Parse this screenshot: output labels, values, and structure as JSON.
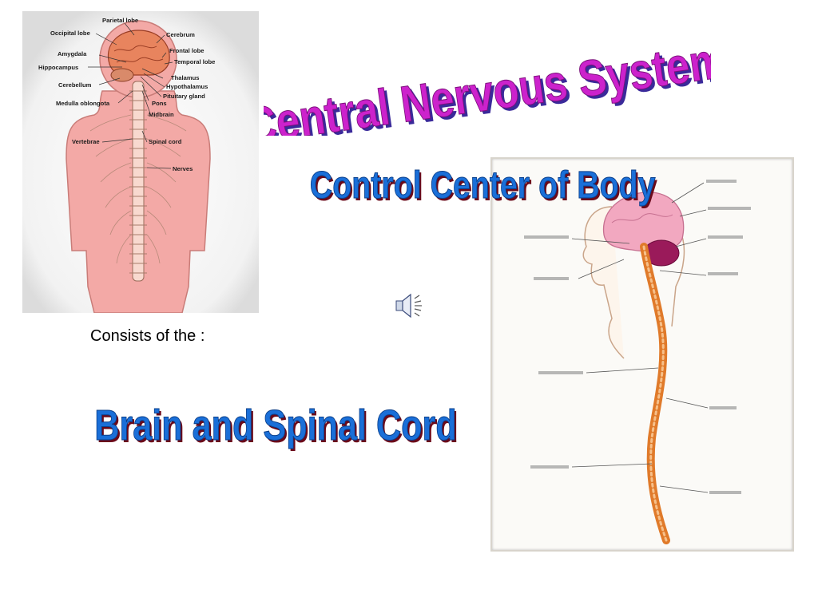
{
  "slide": {
    "title": "Central Nervous System",
    "subtitle": "Control Center of Body",
    "consists_text": "Consists of the :",
    "highlight": "Brain and Spinal Cord",
    "colors": {
      "title_fill": "#cc22cc",
      "title_shadow": "#3a2a9a",
      "subtitle_fill": "#1a6fd8",
      "subtitle_shadow": "#6b0a1a"
    }
  },
  "left_diagram": {
    "labels": {
      "parietal": "Parietal lobe",
      "occipital": "Occipital lobe",
      "cerebrum": "Cerebrum",
      "amygdala": "Amygdala",
      "frontal": "Frontal lobe",
      "hippocampus": "Hippocampus",
      "temporal": "Temporal lobe",
      "thalamus": "Thalamus",
      "cerebellum": "Cerebellum",
      "hypothalamus": "Hypothalamus",
      "pituitary": "Pituitary gland",
      "medulla": "Medulla oblongota",
      "pons": "Pons",
      "midbrain": "Midbrain",
      "vertebrae": "Vertebrae",
      "spinal_cord": "Spinal cord",
      "nerves": "Nerves"
    }
  },
  "icons": {
    "speaker": "speaker-icon"
  }
}
